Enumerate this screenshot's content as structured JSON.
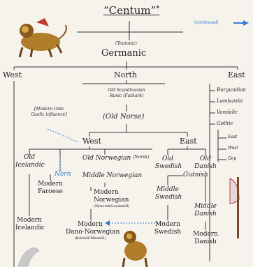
{
  "header": {
    "title": "“Centum”",
    "title_mark": "*",
    "continued": "(continued)"
  },
  "germanic": {
    "teutonic": "(Teutonic)",
    "name": "Germanic"
  },
  "branches": {
    "west": "West",
    "north": "North",
    "east": "East"
  },
  "north": {
    "runic_line1": "Old Scandinavian",
    "runic_line2": "Runic (Futhark)",
    "irish_line1": "[Modern Irish",
    "irish_line2": "Gaelic influence]",
    "old_norse": "(Old Norse)",
    "west": "West",
    "east": "East"
  },
  "east_list": [
    "Burgundian",
    "Lombardic",
    "Vandalic",
    "Gothic"
  ],
  "gothic_sub": [
    "East",
    "West",
    "Gep"
  ],
  "west_norse": {
    "old_icelandic_1": "Old",
    "old_icelandic_2": "Icelandic",
    "norn": "Norn",
    "old_norwegian": "Old Norwegian",
    "old_norwegian_note": "(Norsk)",
    "middle_norwegian": "Middle Norwegian",
    "modern_faroese_1": "Modern",
    "modern_faroese_2": "Faroese",
    "modern_norwegian_1": "Modern",
    "modern_norwegian_2": "Norwegian",
    "modern_norwegian_note": "(Nynorsk/Landsmål)",
    "modern_icelandic_1": "Modern",
    "modern_icelandic_2": "Icelandic",
    "dano_norwegian_1": "Modern",
    "dano_norwegian_2": "Dano-Norwegian",
    "dano_norwegian_note": "(Bokmål/Riksmål)"
  },
  "east_norse": {
    "old_swedish_1": "Old",
    "old_swedish_2": "Swedish",
    "old_danish_1": "Old",
    "old_danish_2": "Danish",
    "gutnish": "Gutnish",
    "middle_swedish_1": "Middle",
    "middle_swedish_2": "Swedish",
    "middle_danish_1": "Middle",
    "middle_danish_2": "Danish",
    "modern_swedish_1": "Modern",
    "modern_swedish_2": "Swedish",
    "modern_danish_1": "Modern",
    "modern_danish_2": "Danish"
  },
  "colors": {
    "background": "#f6f3ec",
    "line": "#333333",
    "accent": "#3a7bd5",
    "gold": "#b07d2a"
  },
  "icons": [
    "lion-emblem-icon",
    "arrow-right-icon",
    "lion-emblem-bottom-icon",
    "bird-icon",
    "axe-icon"
  ]
}
